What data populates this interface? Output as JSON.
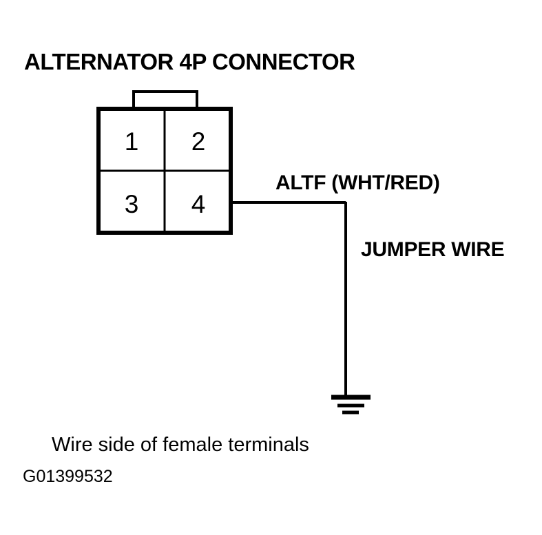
{
  "figure": {
    "title": "ALTERNATOR 4P CONNECTOR",
    "caption": "Wire side of female terminals",
    "code": "G01399532",
    "background_color": "#ffffff",
    "line_color": "#000000"
  },
  "connector": {
    "name": "alternator-4p-connector",
    "pin_count": 4,
    "rows": 2,
    "columns": 2,
    "has_locking_tab": true,
    "tab_position": "top",
    "pins": [
      {
        "number": "1",
        "row": 0,
        "column": 0
      },
      {
        "number": "2",
        "row": 0,
        "column": 1
      },
      {
        "number": "3",
        "row": 1,
        "column": 0
      },
      {
        "number": "4",
        "row": 1,
        "column": 1
      }
    ]
  },
  "wires": [
    {
      "id": "altf-wire",
      "label": "ALTF (WHT/RED)",
      "circuit": "ALTF",
      "color_code": "WHT/RED",
      "from_pin": "4",
      "to": "jumper-wire"
    },
    {
      "id": "jumper-wire",
      "label": "JUMPER WIRE",
      "from": "altf-wire",
      "to": "ground"
    }
  ],
  "symbols": [
    {
      "id": "ground",
      "name": "ground-symbol",
      "type": "chassis-ground",
      "bars": 3
    }
  ]
}
